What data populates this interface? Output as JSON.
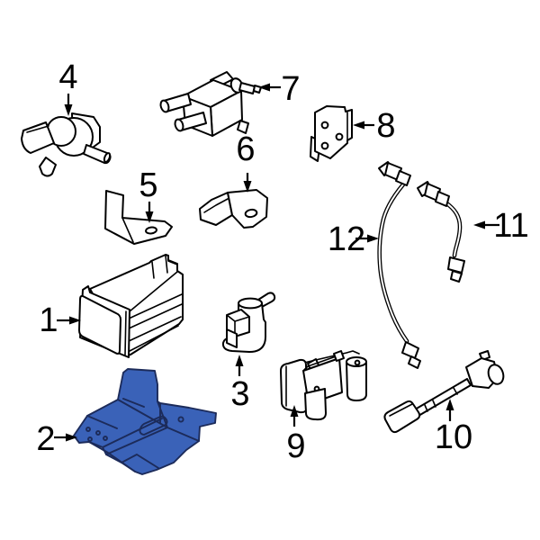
{
  "diagram": {
    "type": "automotive-parts-diagram",
    "background_color": "#ffffff",
    "line_color": "#000000",
    "highlight": {
      "fill": "#3a62b8",
      "outline": "#1c2b5a",
      "applies_to_callout": "2"
    },
    "callouts": [
      {
        "label": "1",
        "highlighted": false
      },
      {
        "label": "2",
        "highlighted": true
      },
      {
        "label": "3",
        "highlighted": false
      },
      {
        "label": "4",
        "highlighted": false
      },
      {
        "label": "5",
        "highlighted": false
      },
      {
        "label": "6",
        "highlighted": false
      },
      {
        "label": "7",
        "highlighted": false
      },
      {
        "label": "8",
        "highlighted": false
      },
      {
        "label": "9",
        "highlighted": false
      },
      {
        "label": "10",
        "highlighted": false
      },
      {
        "label": "11",
        "highlighted": false
      },
      {
        "label": "12",
        "highlighted": false
      }
    ]
  }
}
